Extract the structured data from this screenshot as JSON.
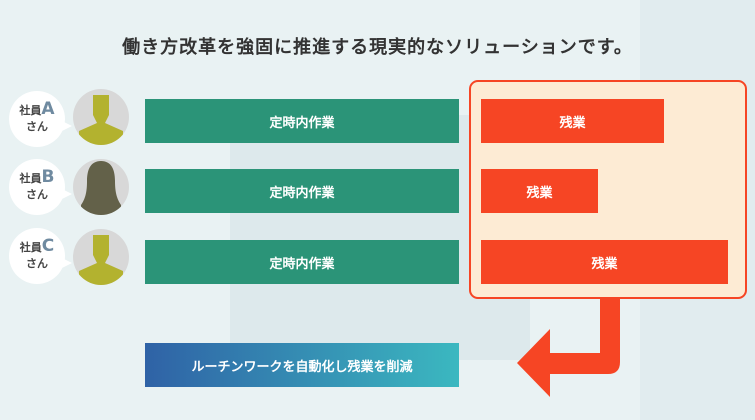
{
  "title": "働き方改革を強固に推進する現実的なソリューションです。",
  "employees": [
    {
      "prefix": "社員",
      "letter": "A",
      "suffix": "さん",
      "regular": "定時内作業",
      "overtime": "残業",
      "overtime_ratio": 0.67,
      "avatar": "male-icon"
    },
    {
      "prefix": "社員",
      "letter": "B",
      "suffix": "さん",
      "regular": "定時内作業",
      "overtime": "残業",
      "overtime_ratio": 0.43,
      "avatar": "female-icon"
    },
    {
      "prefix": "社員",
      "letter": "C",
      "suffix": "さん",
      "regular": "定時内作業",
      "overtime": "残業",
      "overtime_ratio": 0.91,
      "avatar": "male-icon"
    }
  ],
  "solution": "ルーチンワークを自動化し残業を削減",
  "colors": {
    "regular": "#2b9478",
    "overtime": "#f64524",
    "panel": "#fdebd4"
  }
}
